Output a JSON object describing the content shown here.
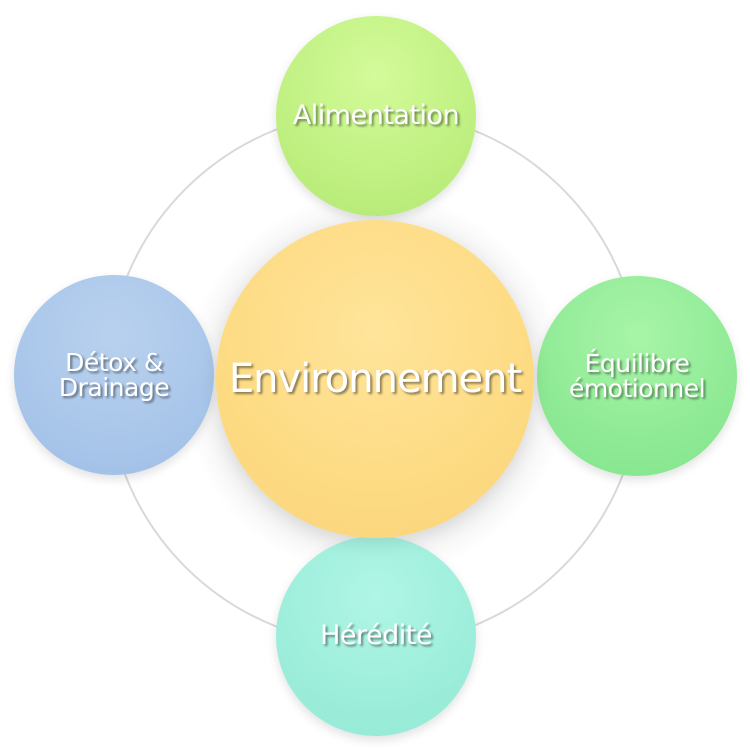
{
  "diagram": {
    "center": {
      "label": "Environnement",
      "color": "#fddb83"
    },
    "nodes": [
      {
        "id": "alimentation",
        "label": "Alimentation",
        "color": "#bff081"
      },
      {
        "id": "equilibre",
        "label": "Équilibre\némotionnel",
        "color": "#8fea95"
      },
      {
        "id": "heredite",
        "label": "Hérédité",
        "color": "#9deedb"
      },
      {
        "id": "detox",
        "label": "Détox &\nDrainage",
        "color": "#a9c6ea"
      }
    ],
    "ring_color": "#d9d9d9"
  }
}
